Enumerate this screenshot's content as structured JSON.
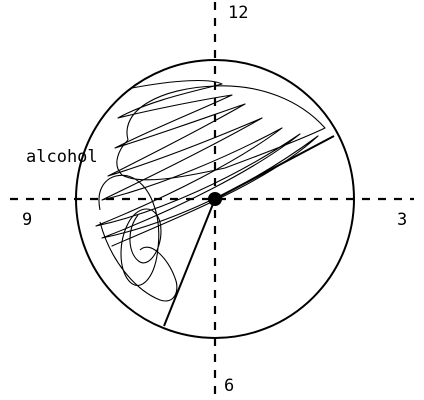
{
  "labels": {
    "top": "12",
    "right": "3",
    "bottom": "6",
    "left": "9",
    "sector": "alcohol"
  },
  "colors": {
    "ink": "#000000",
    "background": "#ffffff"
  }
}
